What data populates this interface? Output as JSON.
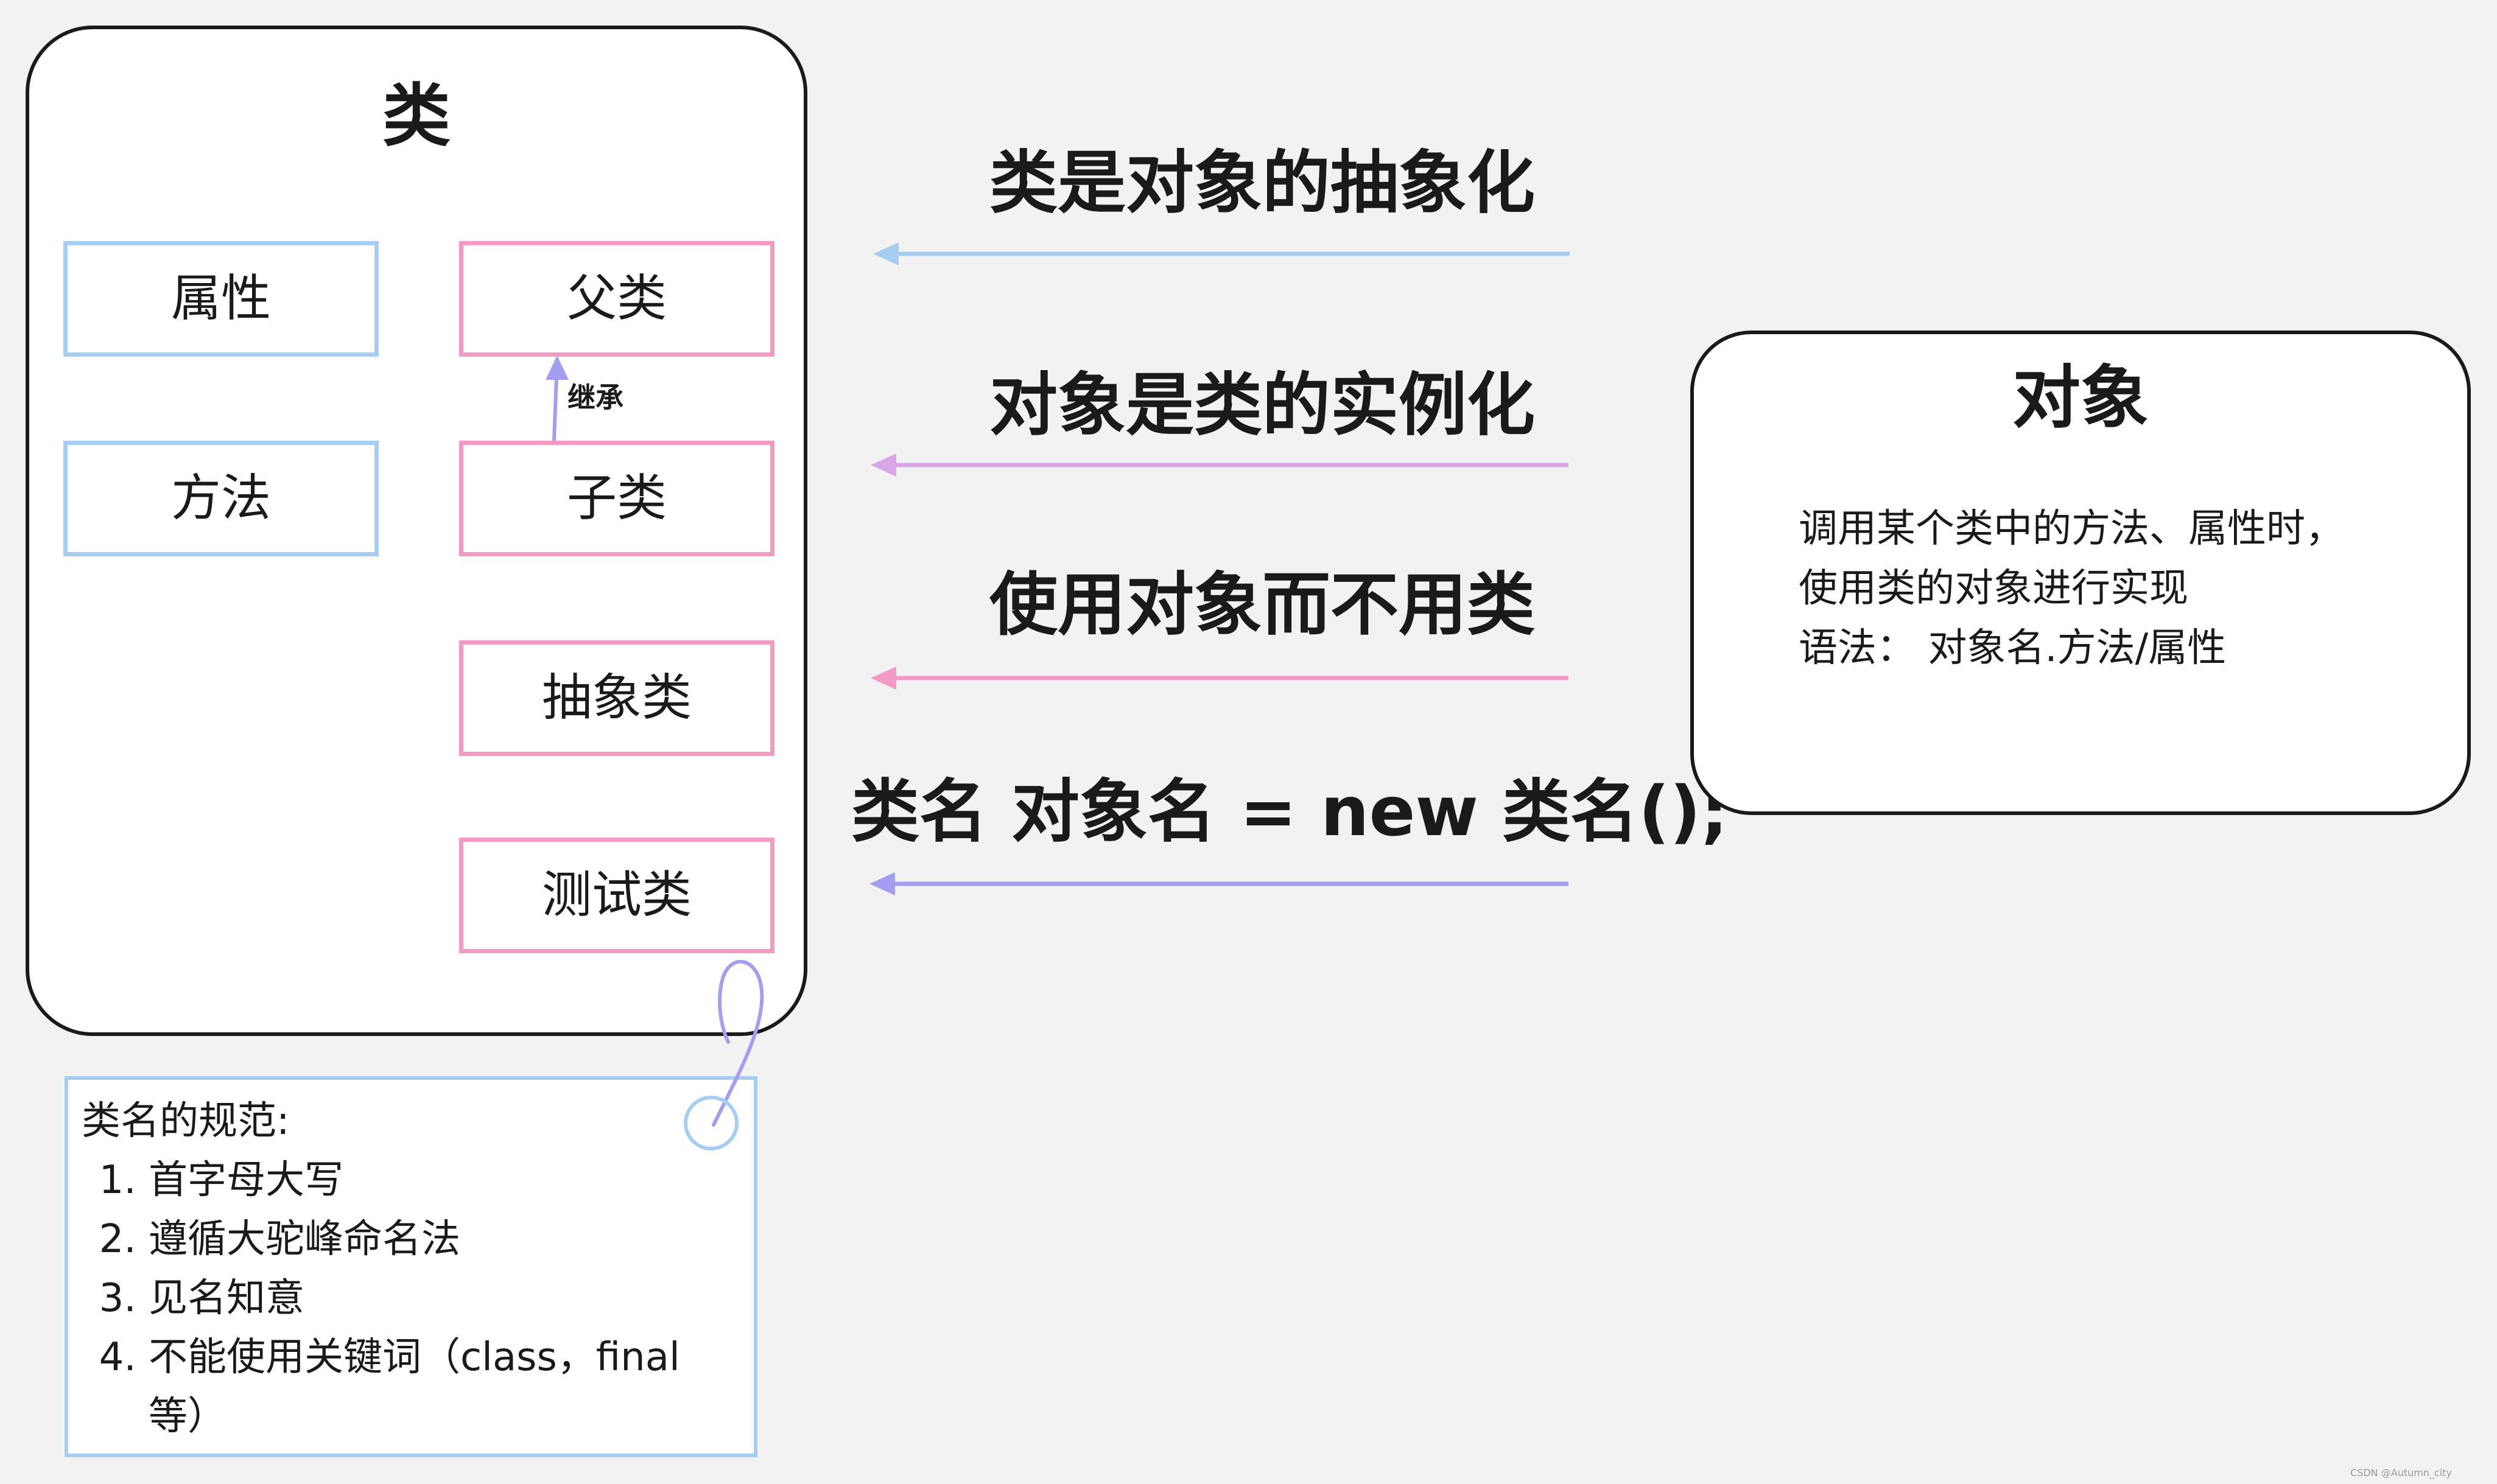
{
  "class_panel": {
    "title": "类",
    "boxes": {
      "attribute": "属性",
      "method": "方法",
      "parent_class": "父类",
      "child_class": "子类",
      "abstract_class": "抽象类",
      "test_class": "测试类"
    },
    "inherit_label": "继承"
  },
  "arrows": [
    {
      "label": "类是对象的抽象化",
      "color": "#a6cdf2"
    },
    {
      "label": "对象是类的实例化",
      "color": "#d9a6ea"
    },
    {
      "label": "使用对象而不用类",
      "color": "#f39ac4"
    },
    {
      "label": "类名 对象名 = new 类名();",
      "color": "#a39ef0"
    }
  ],
  "object_panel": {
    "title": "对象",
    "lines": [
      "调用某个类中的方法、属性时，",
      "使用类的对象进行实现",
      "语法：  对象名.方法/属性"
    ]
  },
  "naming_note": {
    "heading": "类名的规范:",
    "items": [
      "首字母大写",
      "遵循大驼峰命名法",
      "见名知意",
      "不能使用关键词（class，final等）"
    ]
  },
  "watermark": "CSDN @Autumn_city",
  "colors": {
    "blue_box": "#a6cdf2",
    "pink_box": "#f39ac4",
    "inherit_arrow": "#a39ef0",
    "connector": "#a39ef0",
    "connector_circle": "#a6cdf2"
  }
}
